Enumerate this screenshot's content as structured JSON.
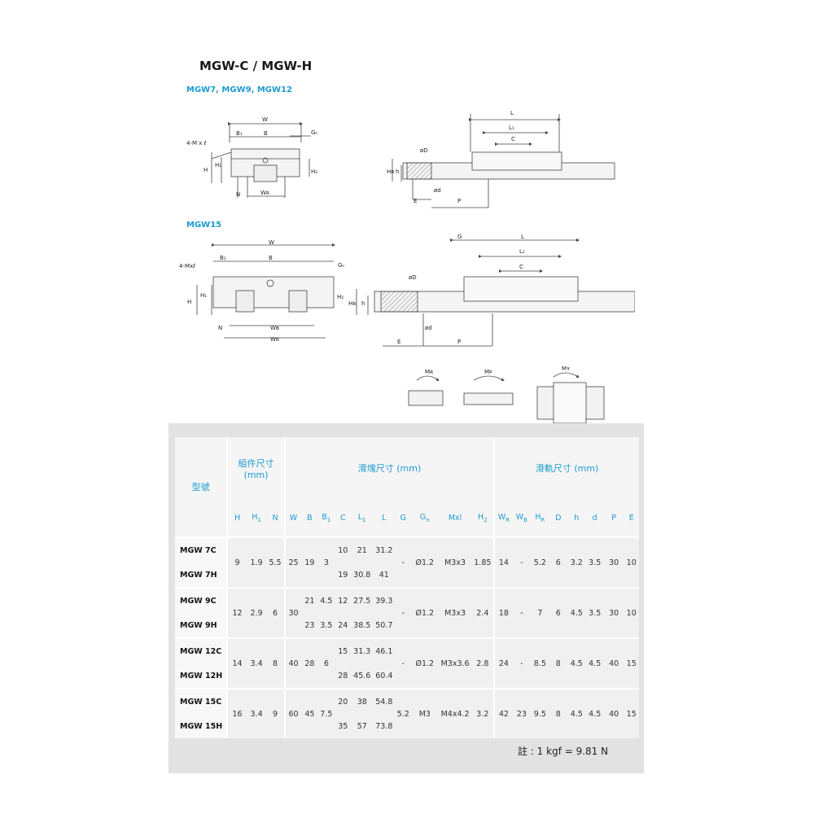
{
  "title": "MGW-C / MGW-H",
  "sections": [
    {
      "label": "MGW7, MGW9, MGW12"
    },
    {
      "label": "MGW15"
    }
  ],
  "drawing_labels": {
    "W": "W",
    "B": "B",
    "B1": "B₁",
    "Gn": "Gₙ",
    "Mxl": "4-M x ℓ",
    "Mxl2": "4-Mxℓ",
    "H": "H",
    "H1": "H₁",
    "H2": "H₂",
    "N": "N",
    "WR": "Wʀ",
    "WB": "Wʙ",
    "L": "L",
    "L1": "L₁",
    "C": "C",
    "G": "G",
    "D": "øD",
    "d": "ød",
    "h": "h",
    "HR": "Hʀ",
    "E": "E",
    "P": "P",
    "MR": "Mʀ",
    "MP": "Mᴘ",
    "MY": "Mʏ"
  },
  "table": {
    "group_headers": [
      "型號",
      "組件尺寸\n(mm)",
      "滑塊尺寸 (mm)",
      "滑軌尺寸 (mm)"
    ],
    "columns": [
      "H",
      "H1",
      "N",
      "W",
      "B",
      "B1",
      "C",
      "L1",
      "L",
      "G",
      "Gn",
      "Mxl",
      "H2",
      "WR",
      "WB",
      "HR",
      "D",
      "h",
      "d",
      "P",
      "E"
    ],
    "groups": [
      {
        "rows": [
          "MGW 7C",
          "MGW 7H"
        ],
        "H": "9",
        "H1": "1.9",
        "N": "5.5",
        "W": "25",
        "B": "19",
        "B1": "3",
        "C": [
          "10",
          "19"
        ],
        "L1": [
          "21",
          "30.8"
        ],
        "L": [
          "31.2",
          "41"
        ],
        "G": "-",
        "Gn": "Ø1.2",
        "Mxl": "M3x3",
        "H2": "1.85",
        "WR": "14",
        "WB": "-",
        "HR": "5.2",
        "D": "6",
        "h": "3.2",
        "d": "3.5",
        "P": "30",
        "E": "10"
      },
      {
        "rows": [
          "MGW 9C",
          "MGW 9H"
        ],
        "H": "12",
        "H1": "2.9",
        "N": "6",
        "W": "30",
        "B": [
          "21",
          "23"
        ],
        "B1": [
          "4.5",
          "3.5"
        ],
        "C": [
          "12",
          "24"
        ],
        "L1": [
          "27.5",
          "38.5"
        ],
        "L": [
          "39.3",
          "50.7"
        ],
        "G": "-",
        "Gn": "Ø1.2",
        "Mxl": "M3x3",
        "H2": "2.4",
        "WR": "18",
        "WB": "-",
        "HR": "7",
        "D": "6",
        "h": "4.5",
        "d": "3.5",
        "P": "30",
        "E": "10"
      },
      {
        "rows": [
          "MGW 12C",
          "MGW 12H"
        ],
        "H": "14",
        "H1": "3.4",
        "N": "8",
        "W": "40",
        "B": "28",
        "B1": "6",
        "C": [
          "15",
          "28"
        ],
        "L1": [
          "31.3",
          "45.6"
        ],
        "L": [
          "46.1",
          "60.4"
        ],
        "G": "-",
        "Gn": "Ø1.2",
        "Mxl": "M3x3.6",
        "H2": "2.8",
        "WR": "24",
        "WB": "-",
        "HR": "8.5",
        "D": "8",
        "h": "4.5",
        "d": "4.5",
        "P": "40",
        "E": "15"
      },
      {
        "rows": [
          "MGW 15C",
          "MGW 15H"
        ],
        "H": "16",
        "H1": "3.4",
        "N": "9",
        "W": "60",
        "B": "45",
        "B1": "7.5",
        "C": [
          "20",
          "35"
        ],
        "L1": [
          "38",
          "57"
        ],
        "L": [
          "54.8",
          "73.8"
        ],
        "G": "5.2",
        "Gn": "M3",
        "Mxl": "M4x4.2",
        "H2": "3.2",
        "WR": "42",
        "WB": "23",
        "HR": "9.5",
        "D": "8",
        "h": "4.5",
        "d": "4.5",
        "P": "40",
        "E": "15"
      }
    ]
  },
  "note": "註 : 1 kgf = 9.81 N"
}
